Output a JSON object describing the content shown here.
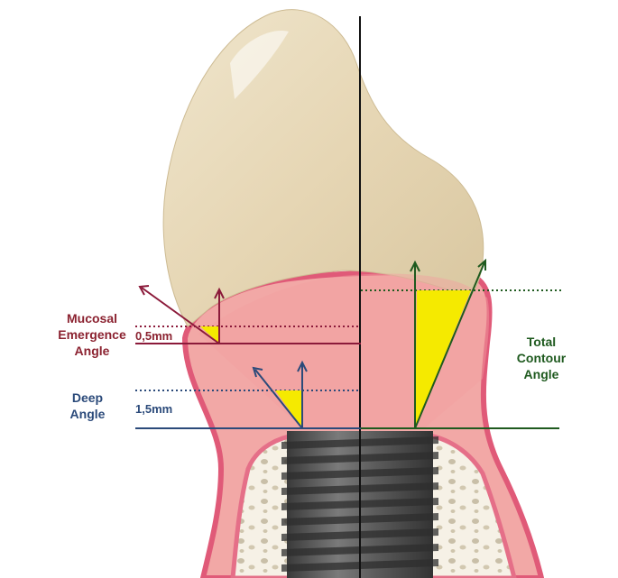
{
  "labels": {
    "mucosal_line1": "Mucosal",
    "mucosal_line2": "Emergence",
    "mucosal_line3": "Angle",
    "mucosal_measure": "0,5mm",
    "deep_line1": "Deep",
    "deep_line2": "Angle",
    "deep_measure": "1,5mm",
    "total_line1": "Total",
    "total_line2": "Contour",
    "total_line3": "Angle"
  },
  "colors": {
    "mucosal": "#8b1a3a",
    "mucosal_text": "#8b2230",
    "deep": "#2b4a7a",
    "total": "#1f5a1f",
    "angle_fill": "#f5ea00",
    "gingiva": "#f2a7a6",
    "gingiva_edge": "#e0607a",
    "bone": "#f4efe3",
    "crown": "#e9ddc0",
    "implant": "#5a5a5a"
  }
}
